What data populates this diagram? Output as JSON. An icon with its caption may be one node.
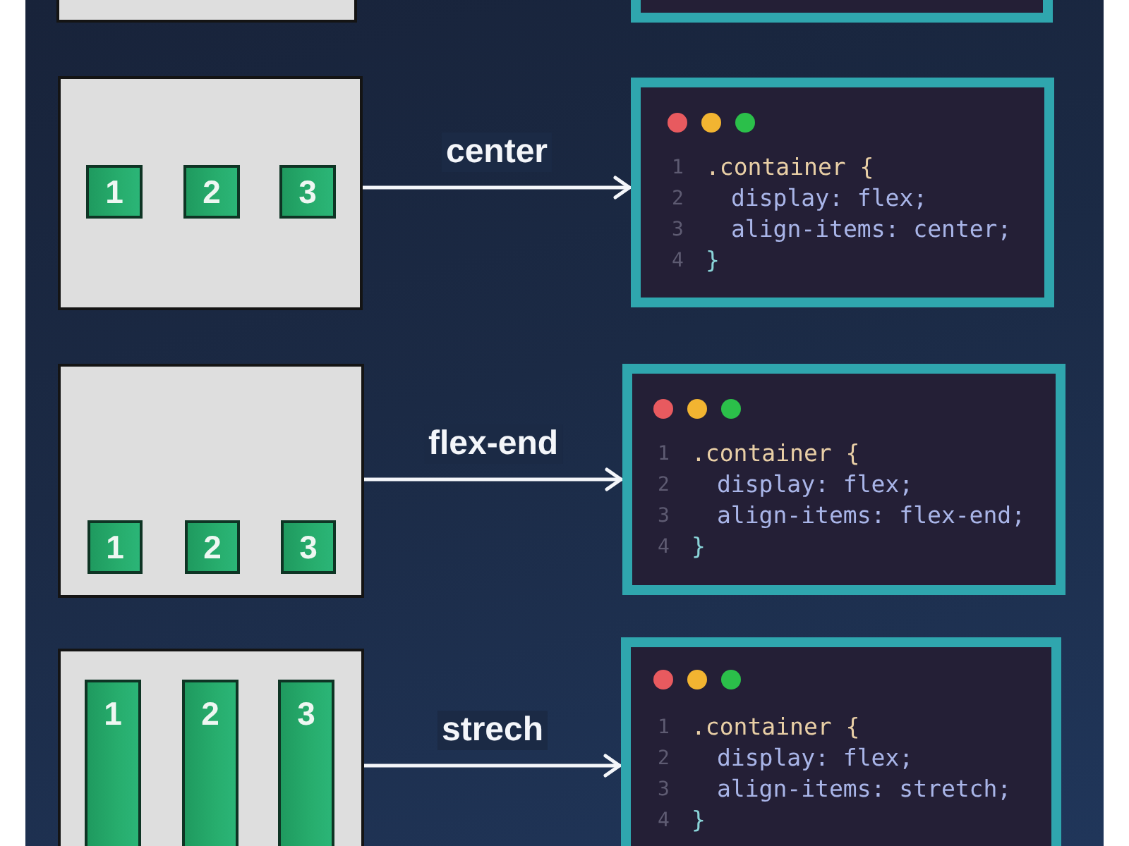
{
  "diagram": {
    "nodes": [
      {
        "text": [],
        "shape": "box"
      },
      {
        "text": [],
        "shape": "box"
      },
      {
        "text": [],
        "shape": "box"
      },
      {
        "text": [
          "1"
        ],
        "in": 2
      },
      {
        "text": [
          "2"
        ],
        "in": 2
      },
      {
        "text": [
          "3"
        ],
        "in": 2
      },
      {
        "text": [
          "1",
          ".container {",
          "2",
          "display: flex;",
          "3",
          "align-items: center;",
          "4",
          "}"
        ]
      },
      {
        "text": [],
        "shape": "box"
      },
      {
        "text": [
          "1"
        ],
        "in": 7
      },
      {
        "text": [
          "2"
        ],
        "in": 7
      },
      {
        "text": [
          "3"
        ],
        "in": 7
      },
      {
        "text": [
          "1",
          ".container {",
          "2",
          "display: flex;",
          "3",
          "align-items: flex-end;",
          "4",
          "}"
        ]
      },
      {
        "text": [],
        "shape": "box"
      },
      {
        "text": [
          "1"
        ],
        "in": 12
      },
      {
        "text": [
          "2"
        ],
        "in": 12
      },
      {
        "text": [
          "3"
        ],
        "in": 12
      },
      {
        "text": [
          "1",
          ".container {",
          "2",
          "display: flex;",
          "3",
          "align-items: stretch;",
          "4",
          "}"
        ]
      }
    ],
    "edges": [
      {
        "from": 2,
        "to": 6,
        "arrow": "to",
        "label": "center"
      },
      {
        "from": 7,
        "to": 11,
        "arrow": "to",
        "label": "flex-end"
      },
      {
        "from": 12,
        "to": 16,
        "arrow": "to",
        "label": "strech"
      }
    ]
  }
}
